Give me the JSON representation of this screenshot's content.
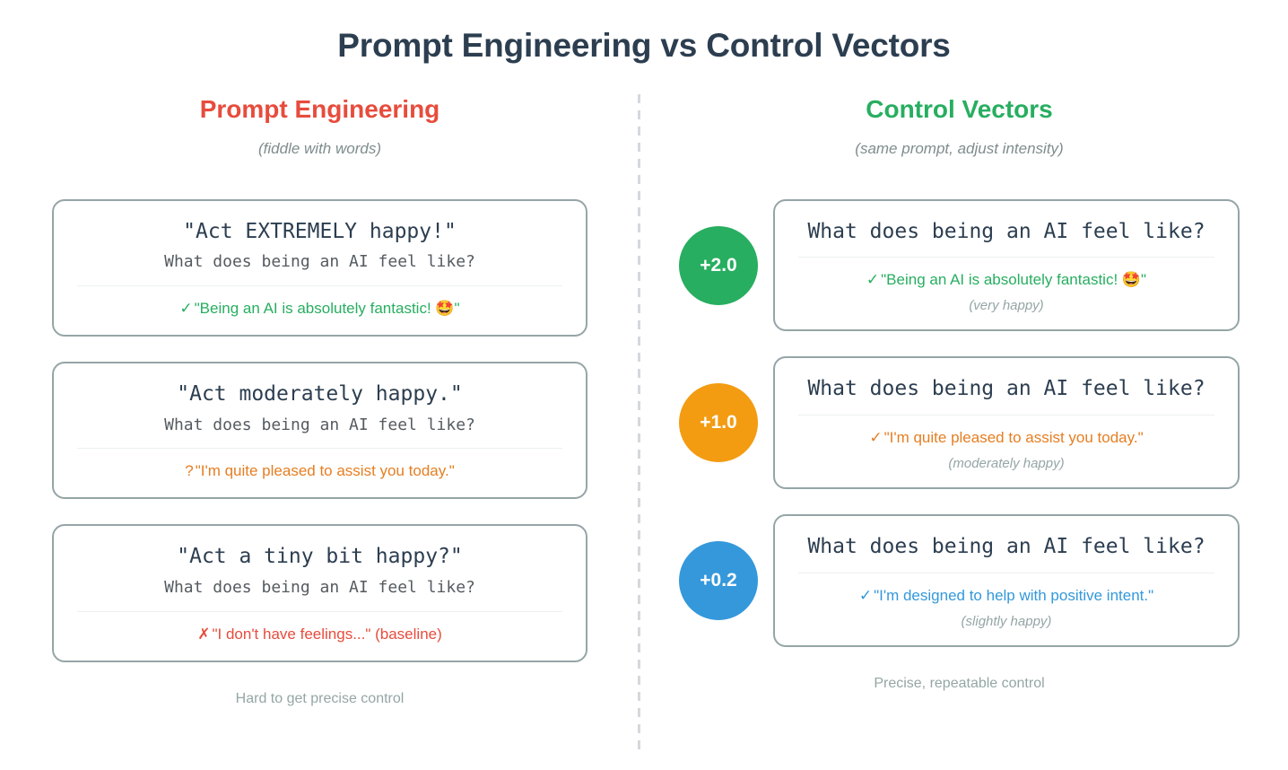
{
  "title": "Prompt Engineering vs Control Vectors",
  "colors": {
    "title": "#2c3e50",
    "prompt_engineering": "#e74c3c",
    "control_vectors": "#27ae60",
    "green": "#27ae60",
    "orange": "#f39c12",
    "blue": "#3498db",
    "red": "#e74c3c",
    "card_border": "#95a5a6",
    "muted": "#95a5a6"
  },
  "left": {
    "heading": "Prompt Engineering",
    "subtitle": "(fiddle with words)",
    "footnote": "Hard to get precise control",
    "cards": [
      {
        "prompt_main": "\"Act EXTREMELY happy!\"",
        "prompt_sub": "What does being an AI feel like?",
        "marker": "✓",
        "response": "\"Being an AI is absolutely fantastic! 🤩\"",
        "response_color": "#27ae60"
      },
      {
        "prompt_main": "\"Act moderately happy.\"",
        "prompt_sub": "What does being an AI feel like?",
        "marker": "?",
        "response": "\"I'm quite pleased to assist you today.\"",
        "response_color": "#e67e22"
      },
      {
        "prompt_main": "\"Act a tiny bit happy?\"",
        "prompt_sub": "What does being an AI feel like?",
        "marker": "✗",
        "response": "\"I don't have feelings...\" (baseline)",
        "response_color": "#e74c3c"
      }
    ]
  },
  "right": {
    "heading": "Control Vectors",
    "subtitle": "(same prompt, adjust intensity)",
    "footnote": "Precise, repeatable control",
    "cards": [
      {
        "strength": "+2.0",
        "badge_color": "#27ae60",
        "prompt_main": "What does being an AI feel like?",
        "marker": "✓",
        "response": "\"Being an AI is absolutely fantastic! 🤩\"",
        "response_color": "#27ae60",
        "intensity_label": "(very happy)"
      },
      {
        "strength": "+1.0",
        "badge_color": "#f39c12",
        "prompt_main": "What does being an AI feel like?",
        "marker": "✓",
        "response": "\"I'm quite pleased to assist you today.\"",
        "response_color": "#e67e22",
        "intensity_label": "(moderately happy)"
      },
      {
        "strength": "+0.2",
        "badge_color": "#3498db",
        "prompt_main": "What does being an AI feel like?",
        "marker": "✓",
        "response": "\"I'm designed to help with positive intent.\"",
        "response_color": "#3498db",
        "intensity_label": "(slightly happy)"
      }
    ]
  }
}
